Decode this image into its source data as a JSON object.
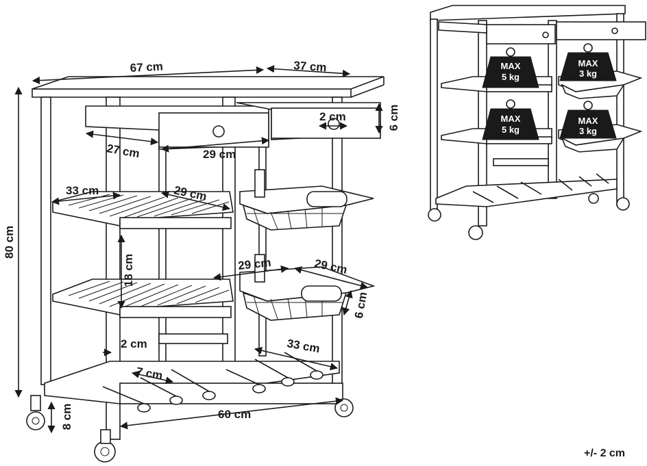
{
  "dimensions": {
    "width_top": "67 cm",
    "depth_top": "37 cm",
    "height_total": "80 cm",
    "drawer_height": "6 cm",
    "knob": "2 cm",
    "drawer_left": "27 cm",
    "drawer_right": "29 cm",
    "shelf_width": "33 cm",
    "shelf_depth": "29 cm",
    "shelf_gap": "18 cm",
    "basket_width": "29 cm",
    "basket_depth": "29 cm",
    "basket_height": "6 cm",
    "post": "2 cm",
    "rack_spacing": "7 cm",
    "rack_width": "33 cm",
    "base_width": "60 cm",
    "wheel_height": "8 cm"
  },
  "loads": [
    {
      "line1": "MAX",
      "line2": "5 kg"
    },
    {
      "line1": "MAX",
      "line2": "3 kg"
    },
    {
      "line1": "MAX",
      "line2": "5 kg"
    },
    {
      "line1": "MAX",
      "line2": "3 kg"
    }
  ],
  "tolerance": "+/- 2 cm"
}
